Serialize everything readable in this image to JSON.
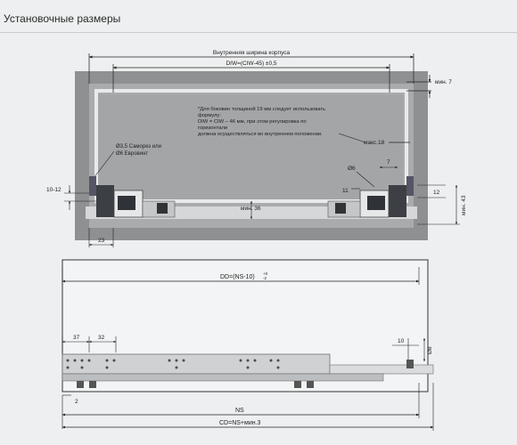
{
  "section_title": "Установочные размеры",
  "top_view": {
    "inner_width_label": "Внутренняя ширина корпуса",
    "diw_formula": "DIW=(CIW-45) ±0,5",
    "min7": "мин. 7",
    "note_line1": "*Для боковин толщиной 19 мм следует использовать",
    "note_line2": "формулу:",
    "note_line3": "DIW = CIW – 46 мм, при этом регулировка по",
    "note_line4": "горизонтали",
    "note_line5": "должна осуществляться во внутреннем положении.",
    "max18": "макс.18",
    "screw_line1": "Ø3,5 Саморез или",
    "screw_line2": "Ø6 Евровинт",
    "d6": "Ø6",
    "dim7": "7",
    "dim10_12": "10-12",
    "dim11": "11",
    "dim12": "12",
    "min43": "мин. 43",
    "min36": "мин. 36",
    "dim23": "23"
  },
  "side_view": {
    "dd_label": "DD=(NS-10)",
    "dd_tol_plus": "+0",
    "dd_tol_minus": "-2",
    "dim37": "37",
    "dim32": "32",
    "dim10": "10",
    "d8": "Ø8",
    "dim2": "2",
    "ns": "NS",
    "cd": "CD=NS+мин.3"
  }
}
